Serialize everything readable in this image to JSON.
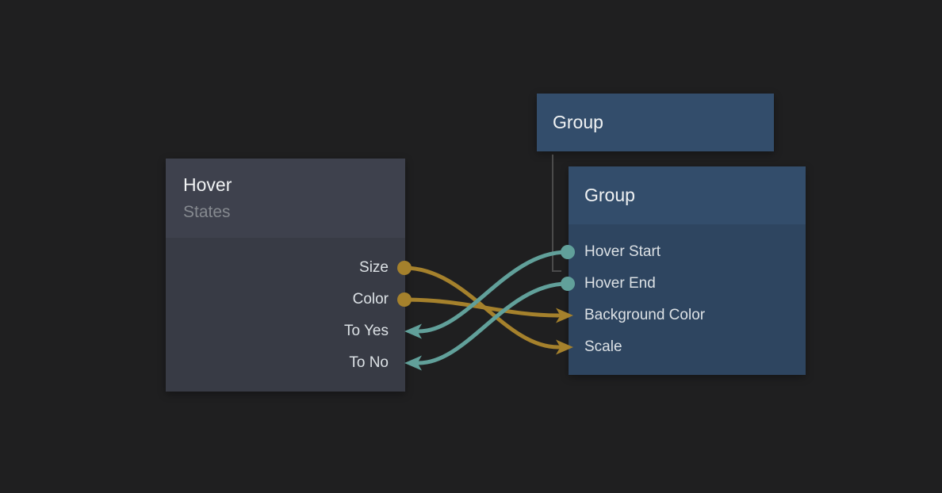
{
  "canvas": {
    "background": "#1f1f20"
  },
  "colors": {
    "teal": "#61a09a",
    "gold": "#a5812c",
    "hierarchy_line": "#4b4b4b",
    "hover_header_bg": "#3e414d",
    "hover_body_bg": "#383b45",
    "group_header_bg": "#334d6b",
    "group_body_bg": "#2e4560",
    "title_text": "#f1f3f4",
    "subtitle_text": "#85898f",
    "label_text": "#dce1e5"
  },
  "nodes": {
    "hover": {
      "title": "Hover",
      "subtitle": "States",
      "ports": [
        {
          "label": "Size",
          "kind": "output",
          "connector": "dot",
          "color": "gold"
        },
        {
          "label": "Color",
          "kind": "output",
          "connector": "dot",
          "color": "gold"
        },
        {
          "label": "To Yes",
          "kind": "input",
          "connector": "arrow",
          "color": "teal"
        },
        {
          "label": "To No",
          "kind": "input",
          "connector": "arrow",
          "color": "teal"
        }
      ]
    },
    "group_collapsed": {
      "title": "Group"
    },
    "group": {
      "title": "Group",
      "ports": [
        {
          "label": "Hover Start",
          "kind": "output",
          "connector": "dot",
          "color": "teal"
        },
        {
          "label": "Hover End",
          "kind": "output",
          "connector": "dot",
          "color": "teal"
        },
        {
          "label": "Background Color",
          "kind": "input",
          "connector": "arrow",
          "color": "gold"
        },
        {
          "label": "Scale",
          "kind": "input",
          "connector": "arrow",
          "color": "gold"
        }
      ]
    }
  },
  "connections": [
    {
      "from": "Hover.Size",
      "to": "Group.Scale",
      "color": "gold"
    },
    {
      "from": "Hover.Color",
      "to": "Group.Background Color",
      "color": "gold"
    },
    {
      "from": "Group.Hover Start",
      "to": "Hover.To Yes",
      "color": "teal"
    },
    {
      "from": "Group.Hover End",
      "to": "Hover.To No",
      "color": "teal"
    }
  ]
}
